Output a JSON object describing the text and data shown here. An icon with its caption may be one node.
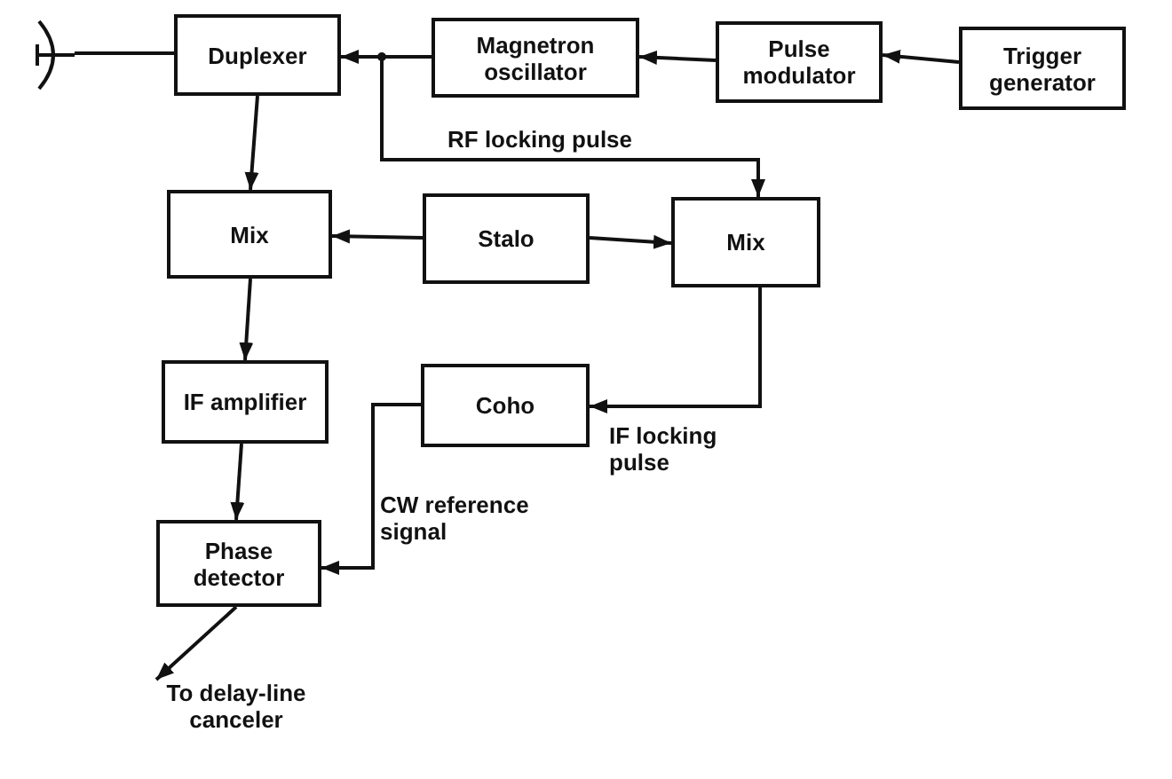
{
  "diagram": {
    "nodes": [
      {
        "text": [],
        "shape": "antenna"
      },
      {
        "text": [
          "Duplexer"
        ]
      },
      {
        "text": [
          "Magnetron oscillator"
        ]
      },
      {
        "text": [
          "Pulse modulator"
        ]
      },
      {
        "text": [
          "Trigger generator"
        ]
      },
      {
        "text": [
          "Mix"
        ]
      },
      {
        "text": [
          "Stalo"
        ]
      },
      {
        "text": [
          "Mix"
        ]
      },
      {
        "text": [
          "IF amplifier"
        ]
      },
      {
        "text": [
          "Coho"
        ]
      },
      {
        "text": [
          "Phase detector"
        ]
      },
      {
        "text": [
          "To delay-line canceler"
        ]
      }
    ],
    "edges": [
      {
        "from": 0,
        "to": 1,
        "arrow": "none"
      },
      {
        "from": 2,
        "to": 1,
        "arrow": "to"
      },
      {
        "from": 3,
        "to": 2,
        "arrow": "to"
      },
      {
        "from": 4,
        "to": 3,
        "arrow": "to"
      },
      {
        "from": 1,
        "to": 5,
        "arrow": "to"
      },
      {
        "from": 2,
        "to": 7,
        "arrow": "to",
        "label": "RF locking pulse"
      },
      {
        "from": 6,
        "to": 5,
        "arrow": "to"
      },
      {
        "from": 6,
        "to": 7,
        "arrow": "to"
      },
      {
        "from": 5,
        "to": 8,
        "arrow": "to"
      },
      {
        "from": 8,
        "to": 10,
        "arrow": "to"
      },
      {
        "from": 7,
        "to": 9,
        "arrow": "to",
        "label": "IF locking pulse"
      },
      {
        "from": 9,
        "to": 10,
        "arrow": "to",
        "label": "CW reference signal"
      },
      {
        "from": 10,
        "to": 11,
        "arrow": "to"
      }
    ]
  }
}
